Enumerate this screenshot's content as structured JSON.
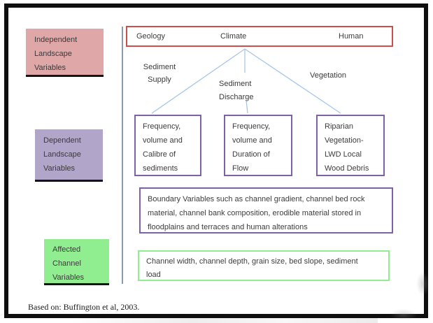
{
  "legend": {
    "independent": {
      "label": "Independent\nLandscape\nVariables",
      "fill": "#dfa7a7"
    },
    "dependent": {
      "label": "Dependent\nLandscape\nVariables",
      "fill": "#b2a5ca"
    },
    "affected": {
      "label": "Affected\nChannel\nVariables",
      "fill": "#90ee90"
    }
  },
  "top_row": {
    "items": [
      "Geology",
      "Climate",
      "Human"
    ],
    "border_color": "#cc4f4d"
  },
  "edge_labels": {
    "sediment_supply": "Sediment\nSupply",
    "sediment_discharge": "Sediment\nDischarge",
    "vegetation": "Vegetation"
  },
  "dependent_boxes": [
    {
      "text": "Frequency,\nvolume and\nCalibre of\nsediments"
    },
    {
      "text": "Frequency,\nvolume and\nDuration of\nFlow"
    },
    {
      "text": "Riparian\nVegetation-\nLWD Local\nWood Debris"
    }
  ],
  "boundary_box": {
    "text": "Boundary Variables such as channel gradient, channel bed rock\nmaterial, channel bank composition, erodible material stored in\nfloodplains and terraces and human alterations"
  },
  "affected_box": {
    "text": "Channel width, channel depth, grain size, bed slope, sediment\nload"
  },
  "footer": {
    "text": "Based on: Buffington et al, 2003."
  },
  "colors": {
    "purple_border": "#7e62a8",
    "green_border": "#90ee90",
    "red_border": "#cc4f4d",
    "connector_line": "#a9c5e5",
    "divider_line": "#8a9aae",
    "frame": "#0f0f0f",
    "text": "#3c3c3c"
  }
}
